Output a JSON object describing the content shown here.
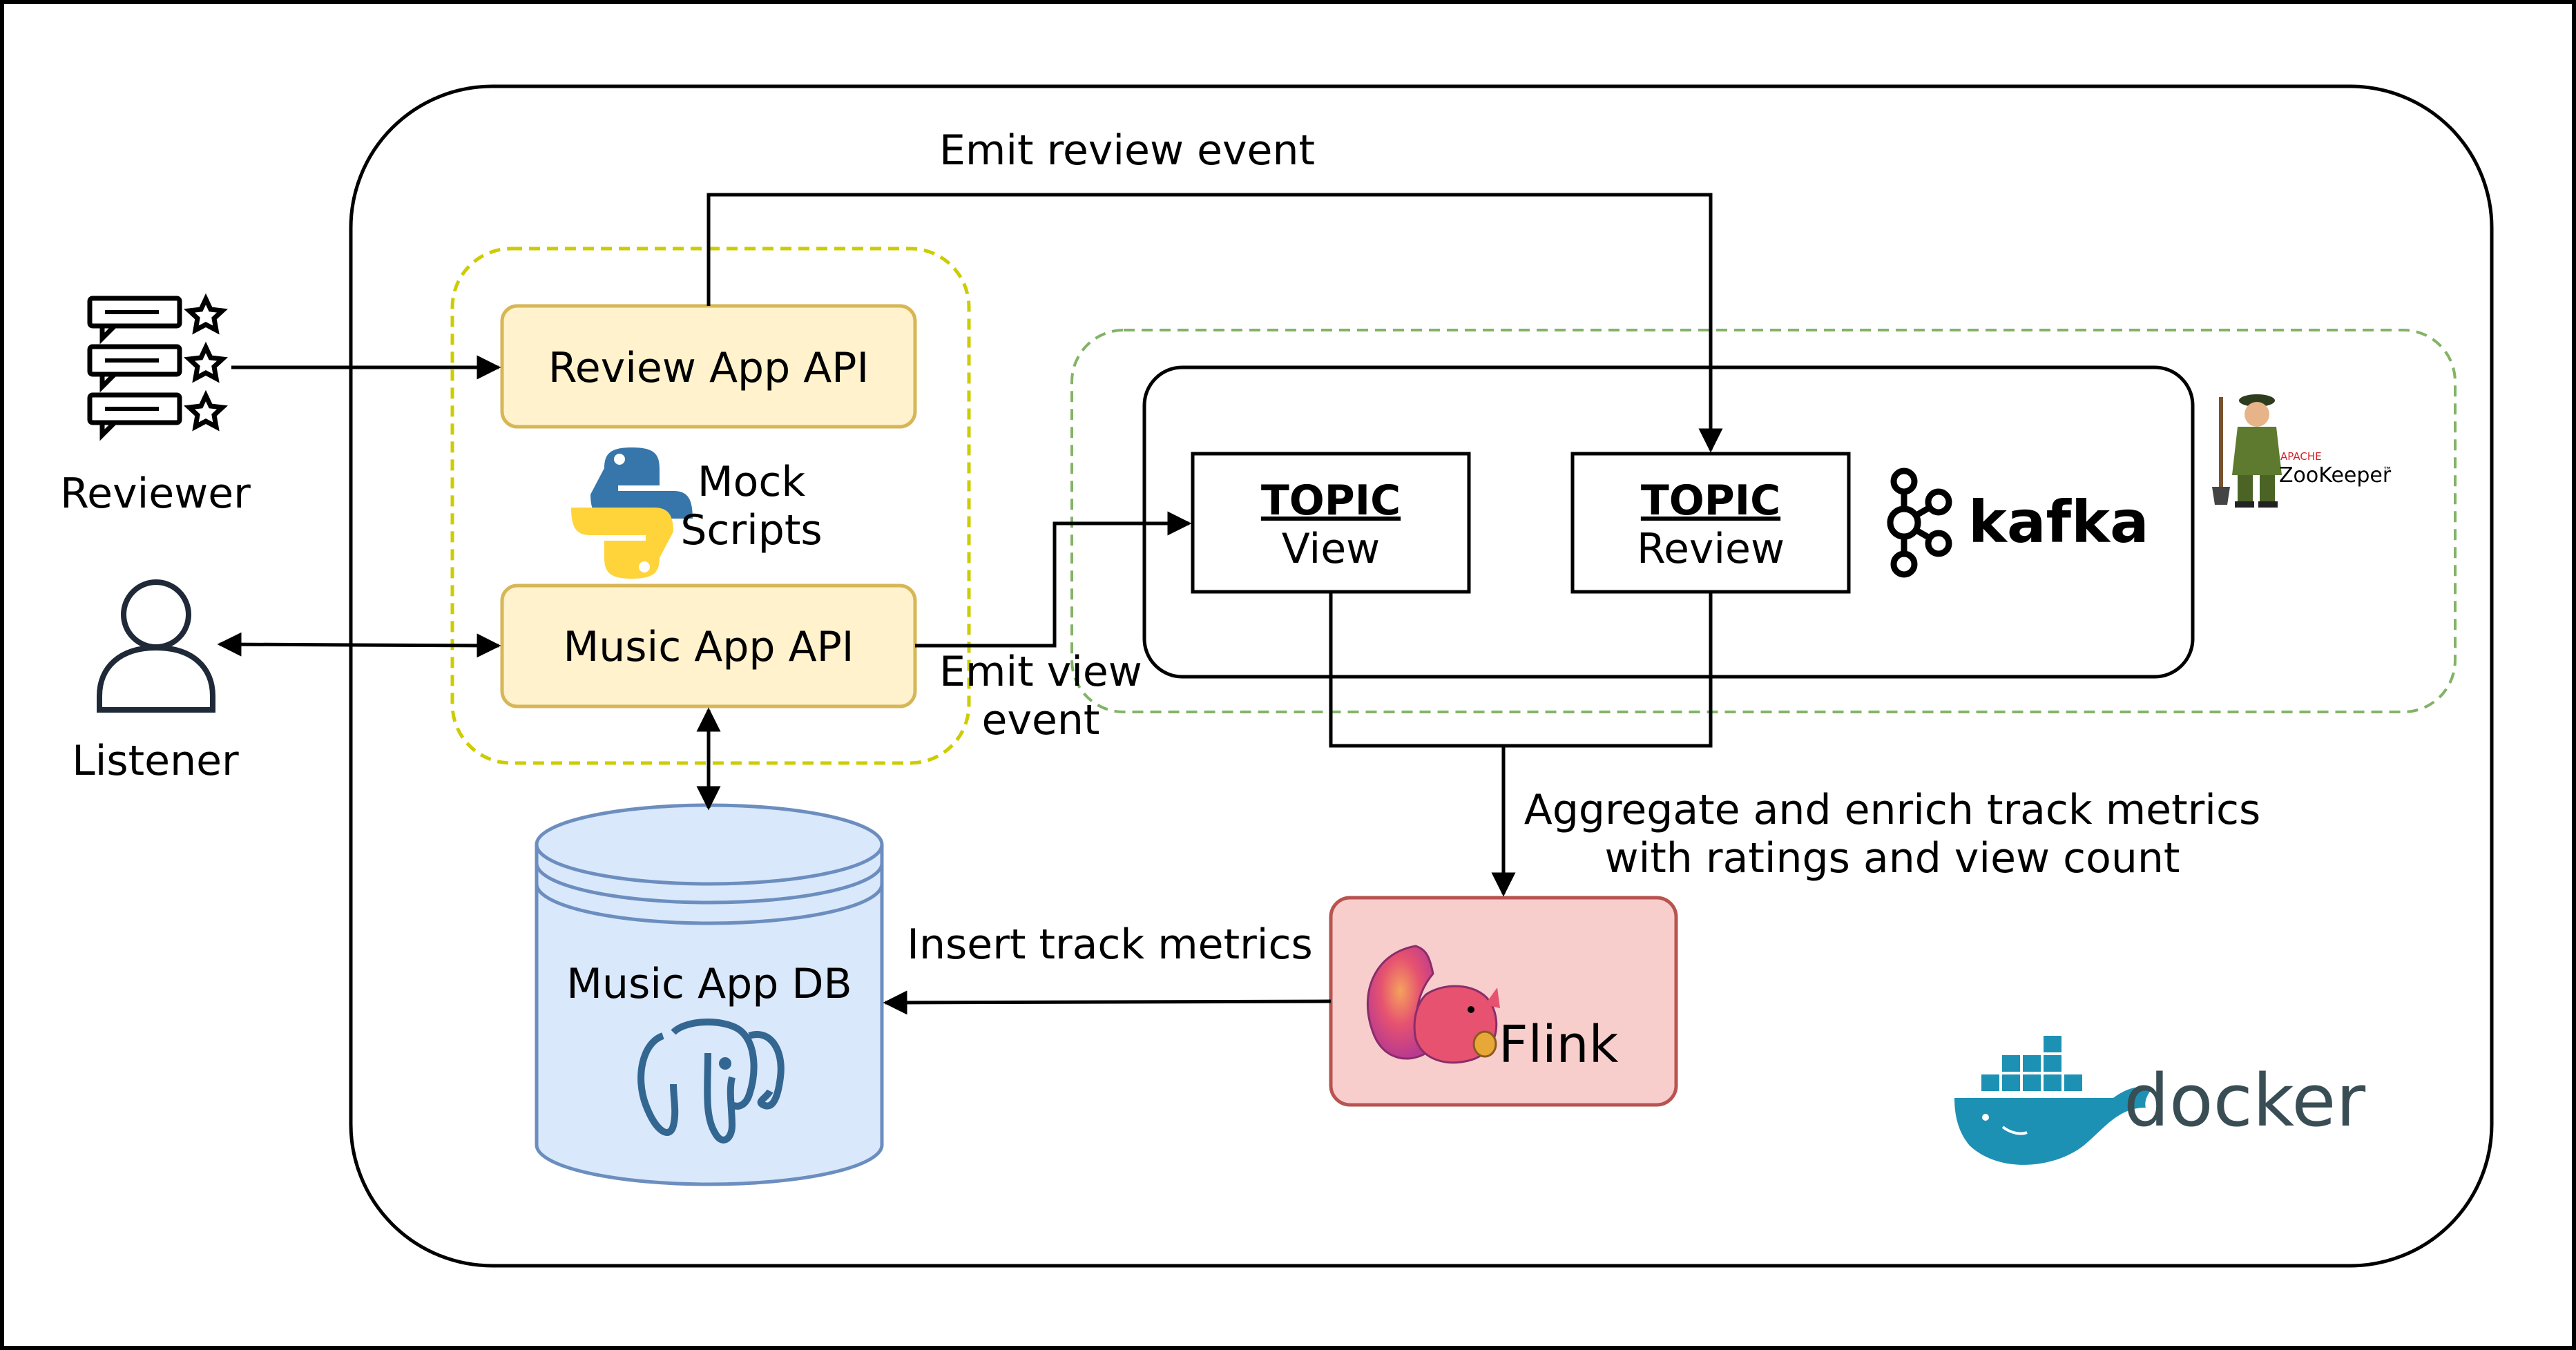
{
  "actors": {
    "reviewer": "Reviewer",
    "listener": "Listener"
  },
  "mock": {
    "line1": "Mock",
    "line2": "Scripts",
    "review_api": "Review App API",
    "music_api": "Music App API"
  },
  "kafka": {
    "topic_view": {
      "title": "TOPIC",
      "name": "View"
    },
    "topic_review": {
      "title": "TOPIC",
      "name": "Review"
    },
    "brand": "kafka"
  },
  "zookeeper": {
    "apache": "APACHE",
    "name": "ZooKeeper",
    "tm": "™"
  },
  "flink": {
    "label": "Flink"
  },
  "db": {
    "label": "Music App DB"
  },
  "docker": {
    "brand": "docker"
  },
  "edges": {
    "emit_review": "Emit review event",
    "emit_view_1": "Emit view",
    "emit_view_2": "event",
    "aggregate_1": "Aggregate and enrich track metrics",
    "aggregate_2": "with ratings and view count",
    "insert": "Insert track metrics"
  },
  "colors": {
    "api_fill": "#fff2cc",
    "api_stroke": "#d6b656",
    "mock_border": "#cccc00",
    "kafka_border": "#82b366",
    "db_fill": "#dae8fc",
    "db_stroke": "#6c8ebf",
    "flink_fill": "#f8cecc",
    "flink_stroke": "#b85450",
    "docker_blue": "#1d91b4",
    "docker_text": "#394d54",
    "python_blue": "#3776ab",
    "python_yellow": "#ffd43b",
    "postgres_blue": "#336791"
  }
}
